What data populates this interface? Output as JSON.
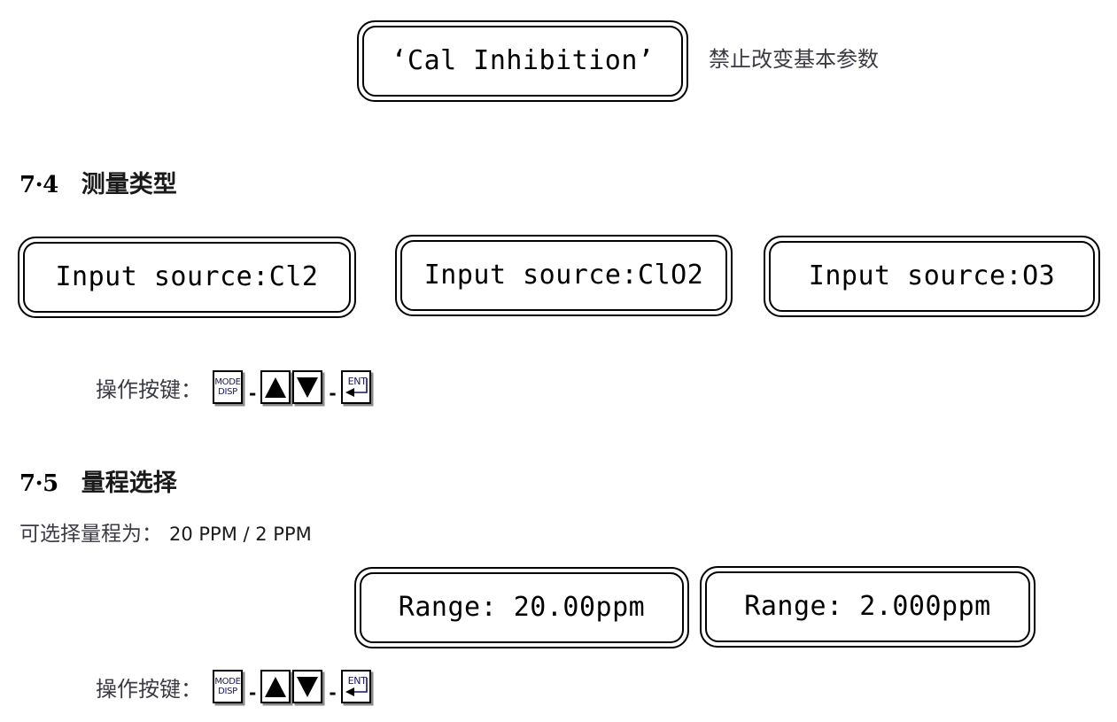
{
  "page": {
    "background": "#ffffff",
    "text_color": "#1a1a1a",
    "note_color": "#3a3a44",
    "key_label_color": "#15155a"
  },
  "cal_inhibition": {
    "display_text": "‘Cal Inhibition’",
    "annotation": "禁止改变基本参数"
  },
  "section_74": {
    "number": "7·4",
    "title": "测量类型",
    "displays": [
      {
        "text": "Input source:Cl2"
      },
      {
        "text": "Input source:ClO2"
      },
      {
        "text": "Input source:O3"
      }
    ],
    "keys": {
      "label": "操作按键：",
      "sequence": [
        {
          "type": "mode",
          "line1": "MODE",
          "line2": "DISP"
        },
        {
          "type": "separator",
          "text": "-"
        },
        {
          "type": "up",
          "glyph": "▲"
        },
        {
          "type": "down",
          "glyph": "▼"
        },
        {
          "type": "separator",
          "text": "-"
        },
        {
          "type": "ent",
          "text": "ENT"
        }
      ]
    }
  },
  "section_75": {
    "number": "7·5",
    "title": "量程选择",
    "note_label": "可选择量程为：",
    "note_value": "20 PPM / 2 PPM",
    "displays": [
      {
        "text": "Range: 20.00ppm"
      },
      {
        "text": "Range: 2.000ppm"
      }
    ],
    "keys": {
      "label": "操作按键：",
      "sequence": [
        {
          "type": "mode",
          "line1": "MODE",
          "line2": "DISP"
        },
        {
          "type": "separator",
          "text": "-"
        },
        {
          "type": "up",
          "glyph": "▲"
        },
        {
          "type": "down",
          "glyph": "▼"
        },
        {
          "type": "separator",
          "text": "-"
        },
        {
          "type": "ent",
          "text": "ENT"
        }
      ]
    }
  }
}
